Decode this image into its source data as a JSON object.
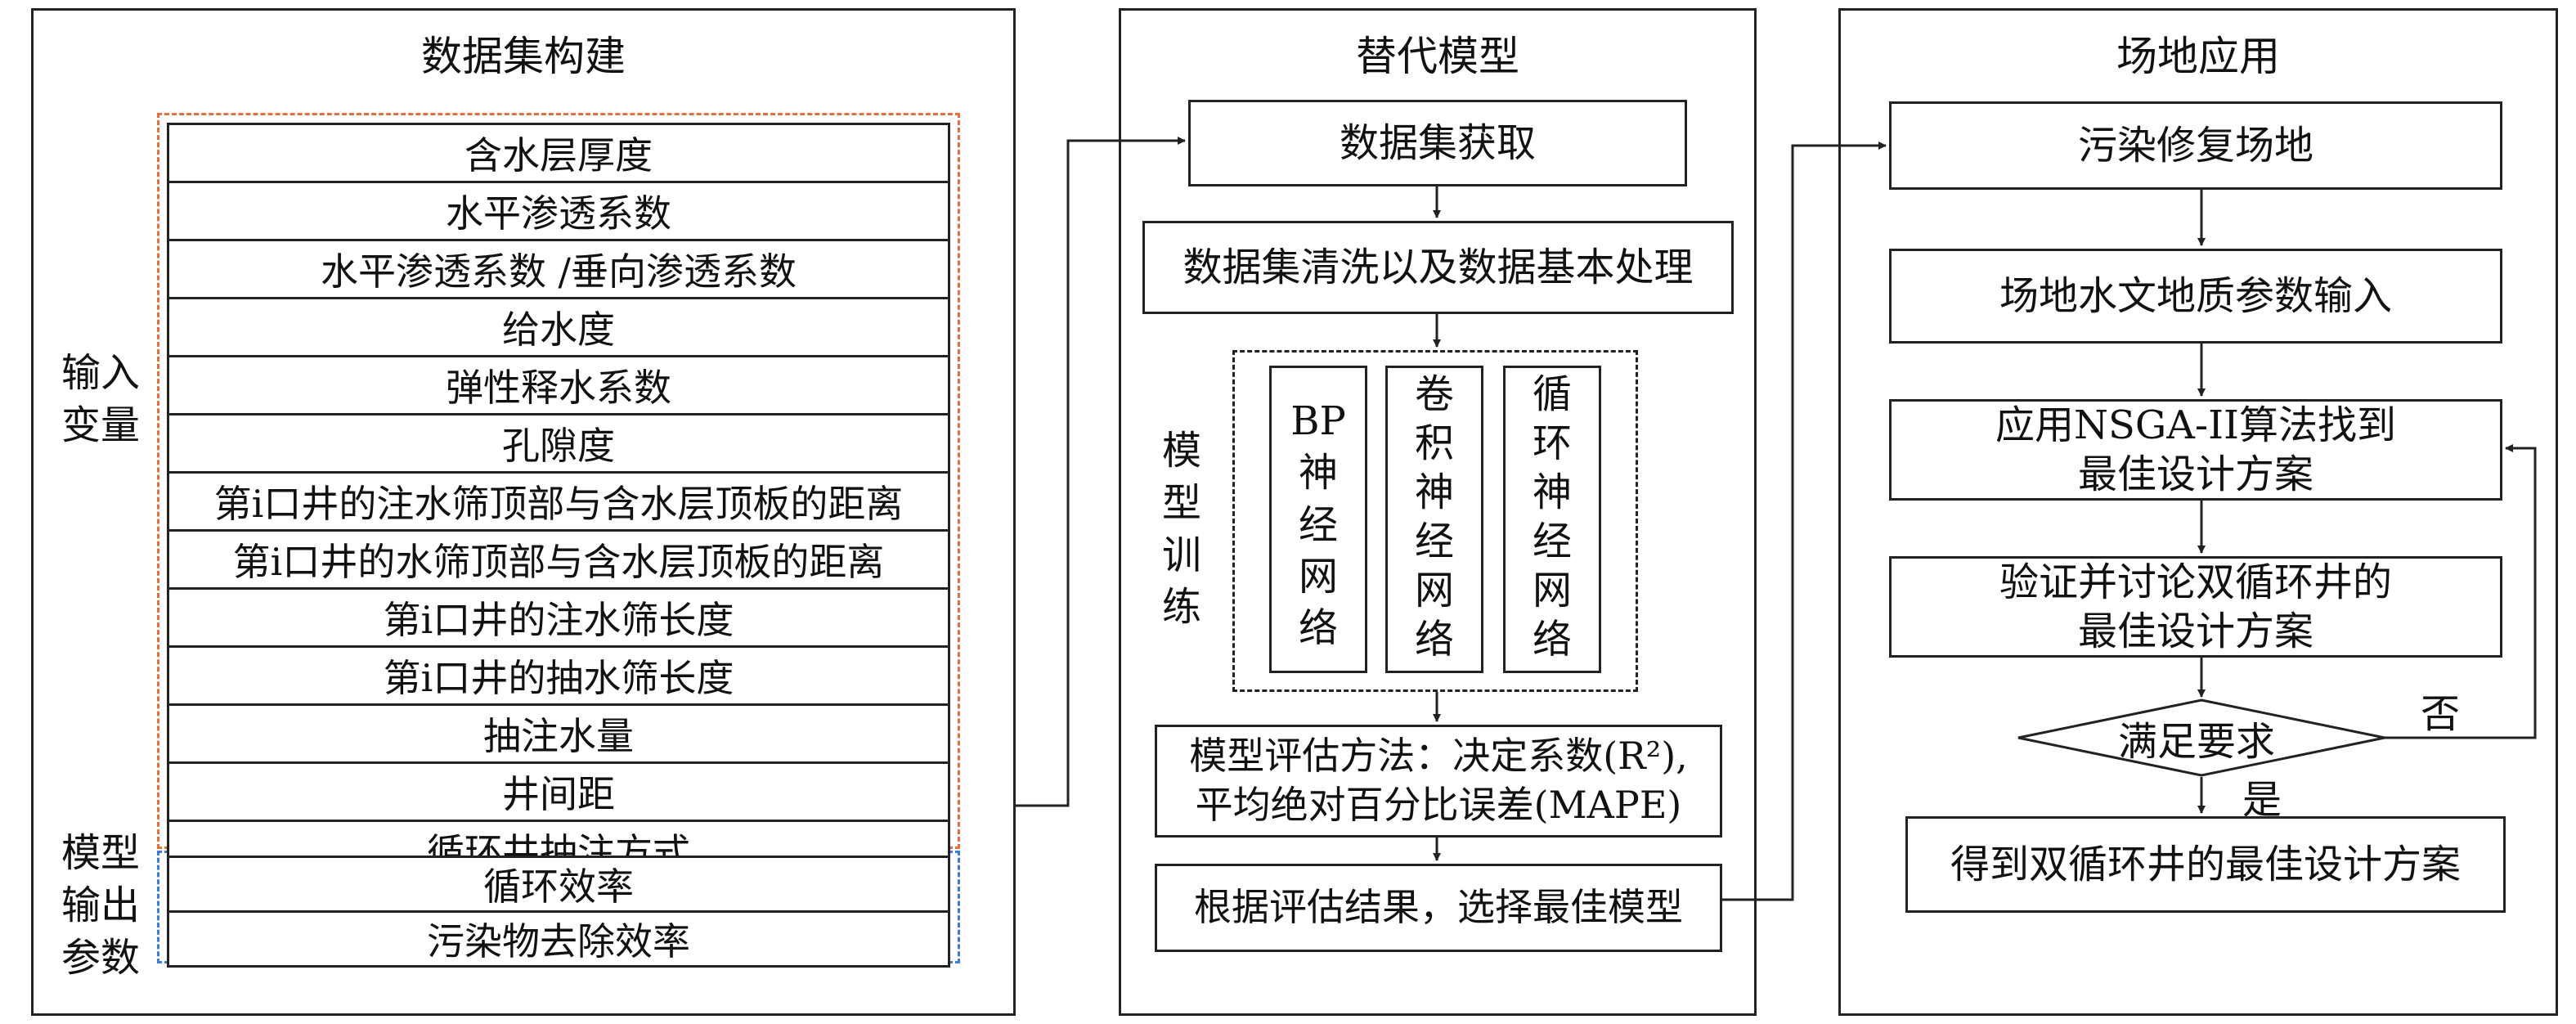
{
  "panels": {
    "dataset": {
      "title": "数据集构建",
      "input_label": [
        "输入",
        "变量"
      ],
      "output_label": [
        "模型",
        "输出",
        "参数"
      ],
      "input_rows": [
        "含水层厚度",
        "水平渗透系数",
        "水平渗透系数 /垂向渗透系数",
        "给水度",
        "弹性释水系数",
        "孔隙度",
        "第i口井的注水筛顶部与含水层顶板的距离",
        "第i口井的水筛顶部与含水层顶板的距离",
        "第i口井的注水筛长度",
        "第i口井的抽水筛长度",
        "抽注水量",
        "井间距",
        "循环井抽注方式"
      ],
      "output_rows": [
        "循环效率",
        "污染物去除效率"
      ]
    },
    "surrogate": {
      "title": "替代模型",
      "acquire": "数据集获取",
      "clean": "数据集清洗以及数据基本处理",
      "train_label": [
        "模",
        "型",
        "训",
        "练"
      ],
      "models": [
        [
          "BP",
          "神",
          "经",
          "网",
          "络"
        ],
        [
          "卷",
          "积",
          "神",
          "经",
          "网",
          "络"
        ],
        [
          "循",
          "环",
          "神",
          "经",
          "网",
          "络"
        ]
      ],
      "eval_line1": "模型评估方法：决定系数(R²),",
      "eval_line2": "平均绝对百分比误差(MAPE)",
      "select": "根据评估结果，选择最佳模型"
    },
    "application": {
      "title": "场地应用",
      "site": "污染修复场地",
      "params": "场地水文地质参数输入",
      "nsga_line1": "应用NSGA-II算法找到",
      "nsga_line2": "最佳设计方案",
      "verify_line1": "验证并讨论双循环井的",
      "verify_line2": "最佳设计方案",
      "decision": "满足要求",
      "no_label": "否",
      "yes_label": "是",
      "result": "得到双循环井的最佳设计方案"
    }
  },
  "colors": {
    "input_dash": "#e2713f",
    "output_dash": "#3f7cd9",
    "line": "#222222"
  }
}
